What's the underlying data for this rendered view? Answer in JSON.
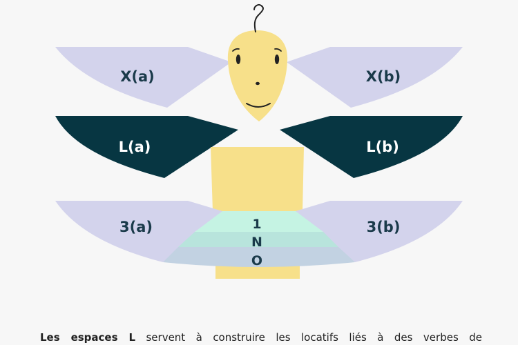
{
  "colors": {
    "background": "#f7f7f7",
    "x_space": "#d3d3ec",
    "l_space": "#073642",
    "three_space": "#d3d3ec",
    "body": "#f7e08a",
    "center_band_1": "#c5f3e3",
    "center_band_2": "#b8e4dc",
    "center_band_3": "#c2d2e2",
    "label_dark": "#1a3a4a",
    "label_light": "#ffffff"
  },
  "spaces": {
    "x_left": "X(a)",
    "x_right": "X(b)",
    "l_left": "L(a)",
    "l_right": "L(b)",
    "three_left": "3(a)",
    "three_right": "3(b)"
  },
  "center_labels": [
    "1",
    "N",
    "O"
  ],
  "caption": {
    "bold": "Les espaces L",
    "rest": " servent à construire les locatifs liés à des verbes de"
  }
}
